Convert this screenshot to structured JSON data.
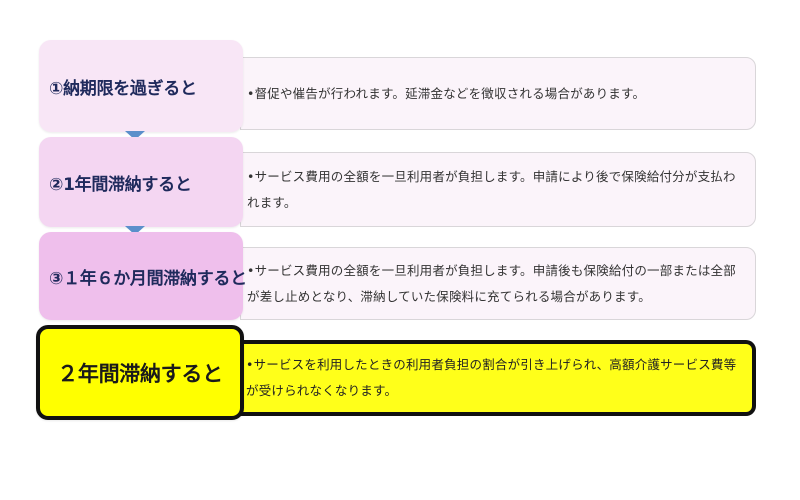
{
  "colors": {
    "step1_bg": "#f8e6f6",
    "step2_bg": "#f4d6f2",
    "step3_bg": "#efbfec",
    "step4_bg": "#ffff00",
    "desc_bg": "#fbf4fa",
    "arrow": "#5b8fcb",
    "label_text": "#1f2a5c"
  },
  "steps": [
    {
      "label": "①納期限を過ぎると",
      "description": "•督促や催告が行われます。延滞金などを徴収される場合があります。"
    },
    {
      "label": "②1年間滞納すると",
      "description": "•サービス費用の全額を一旦利用者が負担します。申請により後で保険給付分が支払われます。"
    },
    {
      "label": "③１年６か月間滞納すると",
      "description": "•サービス費用の全額を一旦利用者が負担します。申請後も保険給付の一部または全部が差し止めとなり、滞納していた保険料に充てられる場合があります。"
    },
    {
      "label": "２年間滞納すると",
      "description": "•サービスを利用したときの利用者負担の割合が引き上げられ、高額介護サービス費等が受けられなくなります。"
    }
  ]
}
